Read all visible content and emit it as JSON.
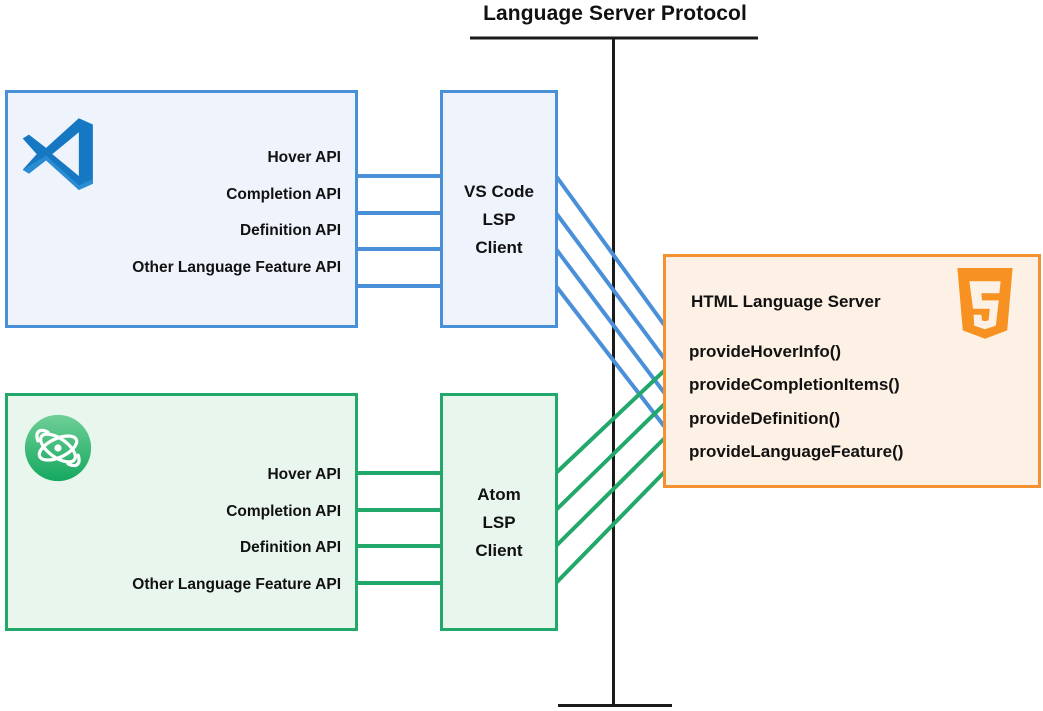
{
  "diagram": {
    "title": "Language Server Protocol",
    "protocol_bar_color": "#1a1a1a"
  },
  "editors": [
    {
      "id": "vscode",
      "logo_icon": "vscode-logo-icon",
      "accent_color": "#4a90d9",
      "fill_color": "#eef3fc",
      "api_labels": [
        "Hover API",
        "Completion API",
        "Definition API",
        "Other Language Feature API"
      ],
      "client": {
        "line1": "VS Code",
        "line2": "LSP",
        "line3": "Client"
      }
    },
    {
      "id": "atom",
      "logo_icon": "atom-logo-icon",
      "accent_color": "#22a86a",
      "fill_color": "#e8f6ee",
      "api_labels": [
        "Hover API",
        "Completion API",
        "Definition API",
        "Other Language Feature API"
      ],
      "client": {
        "line1": "Atom",
        "line2": "LSP",
        "line3": "Client"
      }
    }
  ],
  "server": {
    "title": "HTML Language Server",
    "logo_icon": "html5-logo-icon",
    "accent_color": "#f49231",
    "fill_color": "#fdf0e4",
    "methods": [
      "provideHoverInfo()",
      "provideCompletionItems()",
      "provideDefinition()",
      "provideLanguageFeature()"
    ]
  }
}
